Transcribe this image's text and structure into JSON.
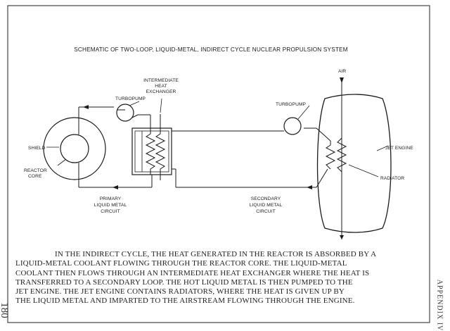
{
  "figure": {
    "title": "SCHEMATIC OF TWO-LOOP, LIQUID-METAL, INDIRECT CYCLE NUCLEAR PROPULSION SYSTEM",
    "labels": {
      "air": "AIR",
      "intermediate_heat_exchanger": [
        "INTERMEDIATE",
        "HEAT",
        "EXCHANGER"
      ],
      "turbopump_primary": "TURBOPUMP",
      "turbopump_secondary": "TURBOPUMP",
      "shield": "SHIELD",
      "reactor_core": [
        "REACTOR",
        "CORE"
      ],
      "jet_engine": "JET ENGINE",
      "radiator": "RADIATOR",
      "primary_circuit": [
        "PRIMARY",
        "LIQUID METAL",
        "CIRCUIT"
      ],
      "secondary_circuit": [
        "SECONDARY",
        "LIQUID METAL",
        "CIRCUIT"
      ]
    }
  },
  "caption": [
    "IN THE INDIRECT CYCLE, THE HEAT GENERATED IN THE REACTOR IS ABSORBED BY A",
    "LIQUID-METAL COOLANT FLOWING THROUGH THE REACTOR CORE. THE LIQUID-METAL",
    "COOLANT THEN FLOWS THROUGH AN INTERMEDIATE HEAT EXCHANGER WHERE THE HEAT IS",
    "TRANSFERRED TO A SECONDARY LOOP. THE HOT LIQUID METAL IS THEN PUMPED TO THE",
    "JET ENGINE. THE JET ENGINE CONTAINS RADIATORS, WHERE THE HEAT IS GIVEN UP BY",
    "THE LIQUID METAL AND IMPARTED TO THE AIRSTREAM FLOWING THROUGH THE ENGINE."
  ],
  "margin": {
    "page_number": "180",
    "appendix": "APPENDIX IV"
  }
}
